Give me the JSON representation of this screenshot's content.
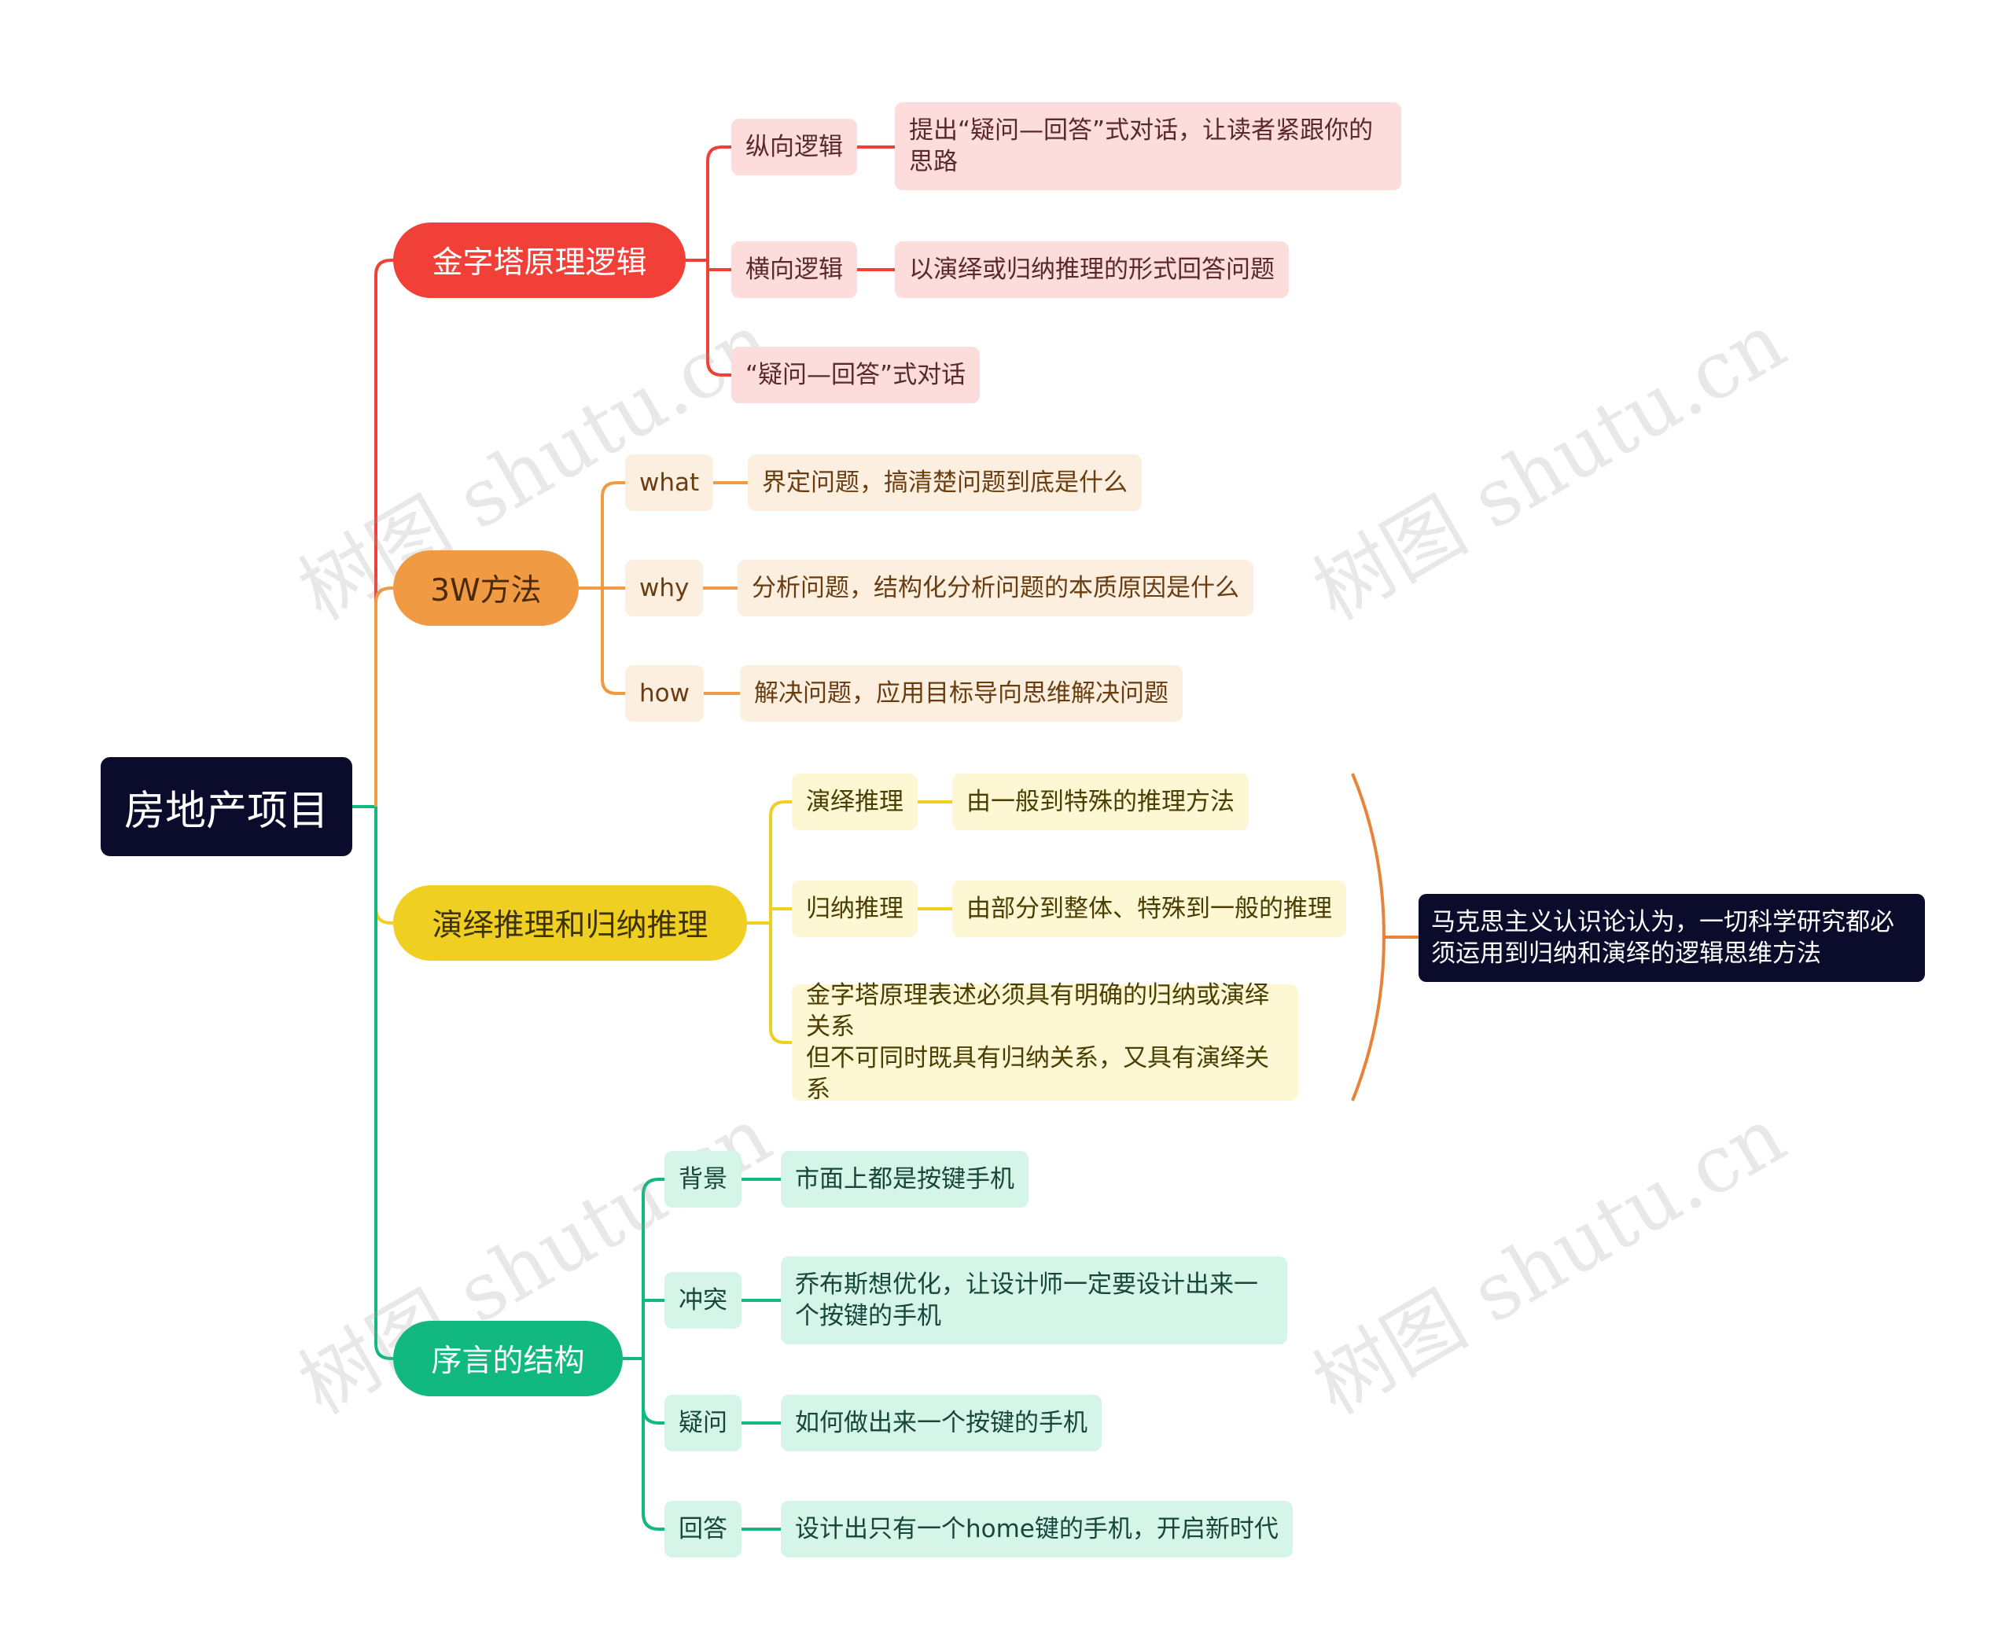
{
  "root": {
    "label": "房地产项目"
  },
  "branches": {
    "pyramid": {
      "label": "金字塔原理逻辑",
      "vertical": {
        "label": "纵向逻辑",
        "detail": "提出“疑问—回答”式对话，让读者紧跟你的思路"
      },
      "horizontal": {
        "label": "横向逻辑",
        "detail": "以演绎或归纳推理的形式回答问题"
      },
      "dialogue": {
        "label": "“疑问—回答”式对话"
      }
    },
    "threeW": {
      "label": "3W方法",
      "what": {
        "label": "what",
        "detail": "界定问题，搞清楚问题到底是什么"
      },
      "why": {
        "label": "why",
        "detail": "分析问题，结构化分析问题的本质原因是什么"
      },
      "how": {
        "label": "how",
        "detail": "解决问题，应用目标导向思维解决问题"
      }
    },
    "reasoning": {
      "label": "演绎推理和归纳推理",
      "deduction": {
        "label": "演绎推理",
        "detail": "由一般到特殊的推理方法"
      },
      "induction": {
        "label": "归纳推理",
        "detail": "由部分到整体、特殊到一般的推理"
      },
      "statement_line1": "金字塔原理表述必须具有明确的归纳或演绎关系",
      "statement_line2": "但不可同时既具有归纳关系，又具有演绎关系",
      "summary": "马克思主义认识论认为，一切科学研究都必须运用到归纳和演绎的逻辑思维方法"
    },
    "preface": {
      "label": "序言的结构",
      "background": {
        "label": "背景",
        "detail": "市面上都是按键手机"
      },
      "conflict": {
        "label": "冲突",
        "detail": "乔布斯想优化，让设计师一定要设计出来一个按键的手机"
      },
      "question": {
        "label": "疑问",
        "detail": "如何做出来一个按键的手机"
      },
      "answer": {
        "label": "回答",
        "detail": "设计出只有一个home键的手机，开启新时代"
      }
    }
  },
  "watermark": "树图 shutu.cn",
  "colors": {
    "red": "#f04037",
    "orange": "#f19a44",
    "yellow": "#efd022",
    "green": "#11b981",
    "navy": "#0b0b2b",
    "bracket": "#e8843a"
  }
}
